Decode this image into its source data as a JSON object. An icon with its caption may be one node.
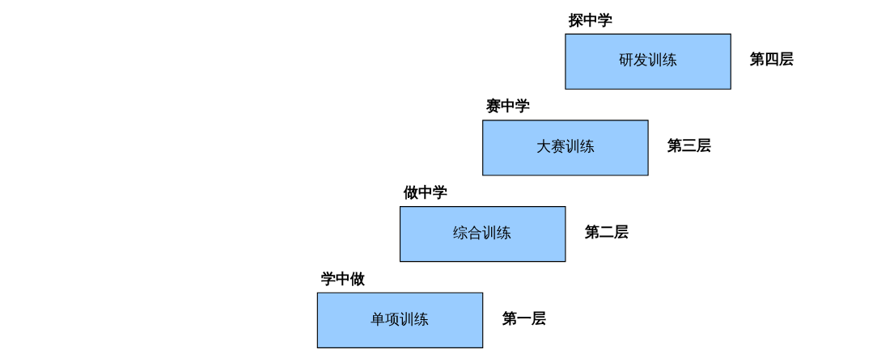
{
  "diagram": {
    "nodes": [
      {
        "text": [
          "探中学",
          "研发训练"
        ],
        "beside": [
          "第四层"
        ]
      },
      {
        "text": [
          "赛中学",
          "大赛训练"
        ],
        "beside": [
          "第三层"
        ]
      },
      {
        "text": [
          "做中学",
          "综合训练"
        ],
        "beside": [
          "第二层"
        ]
      },
      {
        "text": [
          "学中做",
          "单项训练"
        ],
        "beside": [
          "第一层"
        ]
      }
    ]
  }
}
